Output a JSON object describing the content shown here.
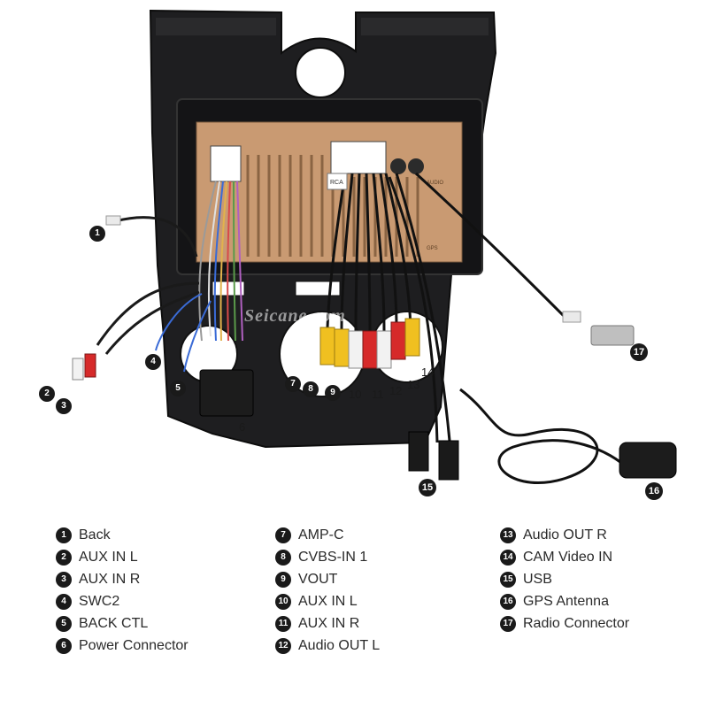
{
  "watermark": "Seicane.com",
  "panel_text": {
    "radio_label": "AUDIO",
    "gps_label": "GPS",
    "cable_tag": "RCA"
  },
  "markers": [
    "1",
    "2",
    "3",
    "4",
    "5",
    "6",
    "7",
    "8",
    "9",
    "10",
    "11",
    "12",
    "13",
    "14",
    "15",
    "16",
    "17"
  ],
  "legend_columns": [
    [
      {
        "num": "1",
        "label": "Back"
      },
      {
        "num": "2",
        "label": "AUX IN L"
      },
      {
        "num": "3",
        "label": "AUX IN R"
      },
      {
        "num": "4",
        "label": "SWC2"
      },
      {
        "num": "5",
        "label": "BACK CTL"
      },
      {
        "num": "6",
        "label": "Power Connector"
      }
    ],
    [
      {
        "num": "7",
        "label": "AMP-C"
      },
      {
        "num": "8",
        "label": "CVBS-IN 1"
      },
      {
        "num": "9",
        "label": "VOUT"
      },
      {
        "num": "10",
        "label": "AUX IN L"
      },
      {
        "num": "11",
        "label": "AUX IN R"
      },
      {
        "num": "12",
        "label": "Audio OUT L"
      }
    ],
    [
      {
        "num": "13",
        "label": "Audio OUT R"
      },
      {
        "num": "14",
        "label": "CAM Video IN"
      },
      {
        "num": "15",
        "label": "USB"
      },
      {
        "num": "16",
        "label": "GPS Antenna"
      },
      {
        "num": "17",
        "label": "Radio Connector"
      }
    ]
  ],
  "colors": {
    "bezel": "#1e1e20",
    "board": "#c99a72",
    "rca_red": "#d62a2a",
    "rca_yellow": "#f0c020",
    "rca_white": "#f2f2f2",
    "cable": "#111111"
  }
}
